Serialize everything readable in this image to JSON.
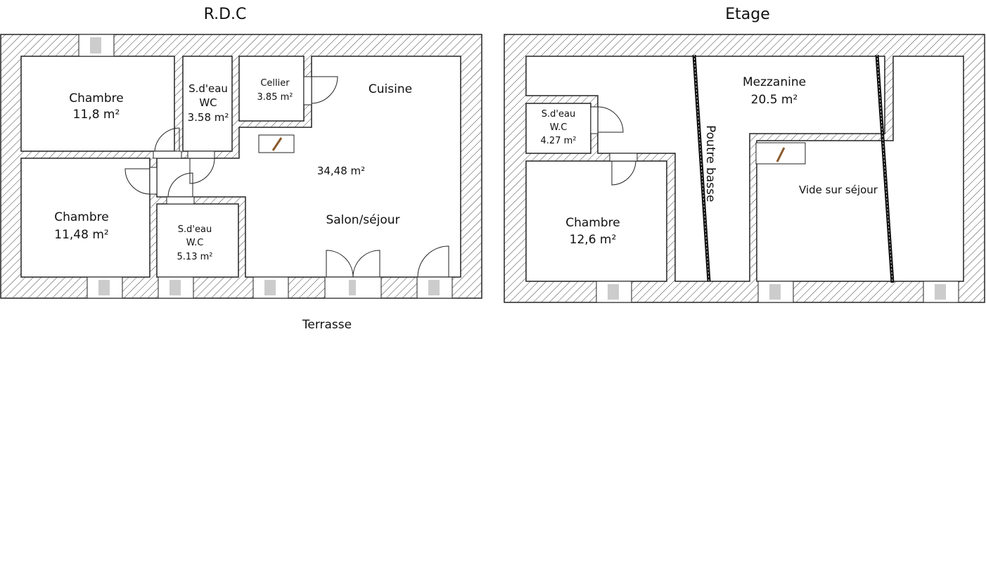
{
  "plans": {
    "rdc": {
      "title": "R.D.C",
      "outside_label": "Terrasse",
      "rooms": [
        {
          "name": "Chambre",
          "area": "11,8 m²"
        },
        {
          "name": "S.d'eau",
          "name2": "WC",
          "area": "3.58  m²"
        },
        {
          "name": "Cellier",
          "area": "3.85 m²"
        },
        {
          "name": "Cuisine"
        },
        {
          "area": "34,48 m²"
        },
        {
          "name": "Salon/séjour"
        },
        {
          "name": "Chambre",
          "area": "11,48 m²"
        },
        {
          "name": "S.d'eau",
          "name2": "W.C",
          "area": "5.13 m²"
        }
      ]
    },
    "etage": {
      "title": "Etage",
      "rooms": [
        {
          "name": "Mezzanine",
          "area": "20.5 m²"
        },
        {
          "name": "S.d'eau",
          "name2": "W.C",
          "area": "4.27 m²"
        },
        {
          "name": "Chambre",
          "area": "12,6 m²"
        },
        {
          "name": "Vide sur séjour"
        }
      ],
      "beam_label": "Poutre basse"
    }
  },
  "colors": {
    "wall": "#222222",
    "stair": "#8b5a2b",
    "window_glass": "#cccccc"
  }
}
